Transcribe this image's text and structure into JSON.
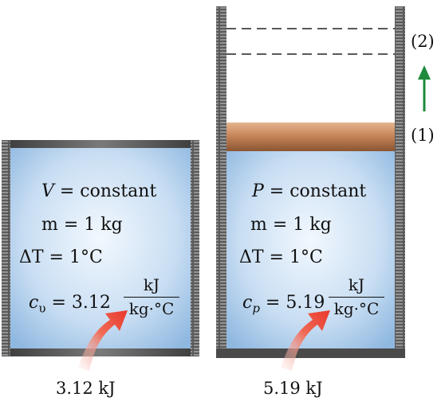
{
  "left_tank": {
    "constraint_var": "V",
    "constraint_text": " = constant",
    "mass": "m = 1 kg",
    "delta_t": "ΔT = 1°C",
    "cv_var": "c",
    "cv_sub": "υ",
    "cv_value": " = 3.12",
    "unit_num": "kJ",
    "unit_den": "kg·°C",
    "heat_label": "3.12 kJ"
  },
  "right_tank": {
    "constraint_var": "P",
    "constraint_text": " = constant",
    "mass": "m = 1 kg",
    "delta_t": "ΔT = 1°C",
    "cp_var": "c",
    "cp_sub": "p",
    "cp_value": " = 5.19",
    "unit_num": "kJ",
    "unit_den": "kg·°C",
    "heat_label": "5.19 kJ"
  },
  "states": {
    "state1": "(1)",
    "state2": "(2)"
  },
  "colors": {
    "wall": "#505050",
    "fluid_light": "#e4f0fb",
    "fluid_dark": "#9cc3e6",
    "piston": "#c8865a",
    "heat_arrow": "#e8382c",
    "motion_arrow": "#1e8a3c"
  }
}
